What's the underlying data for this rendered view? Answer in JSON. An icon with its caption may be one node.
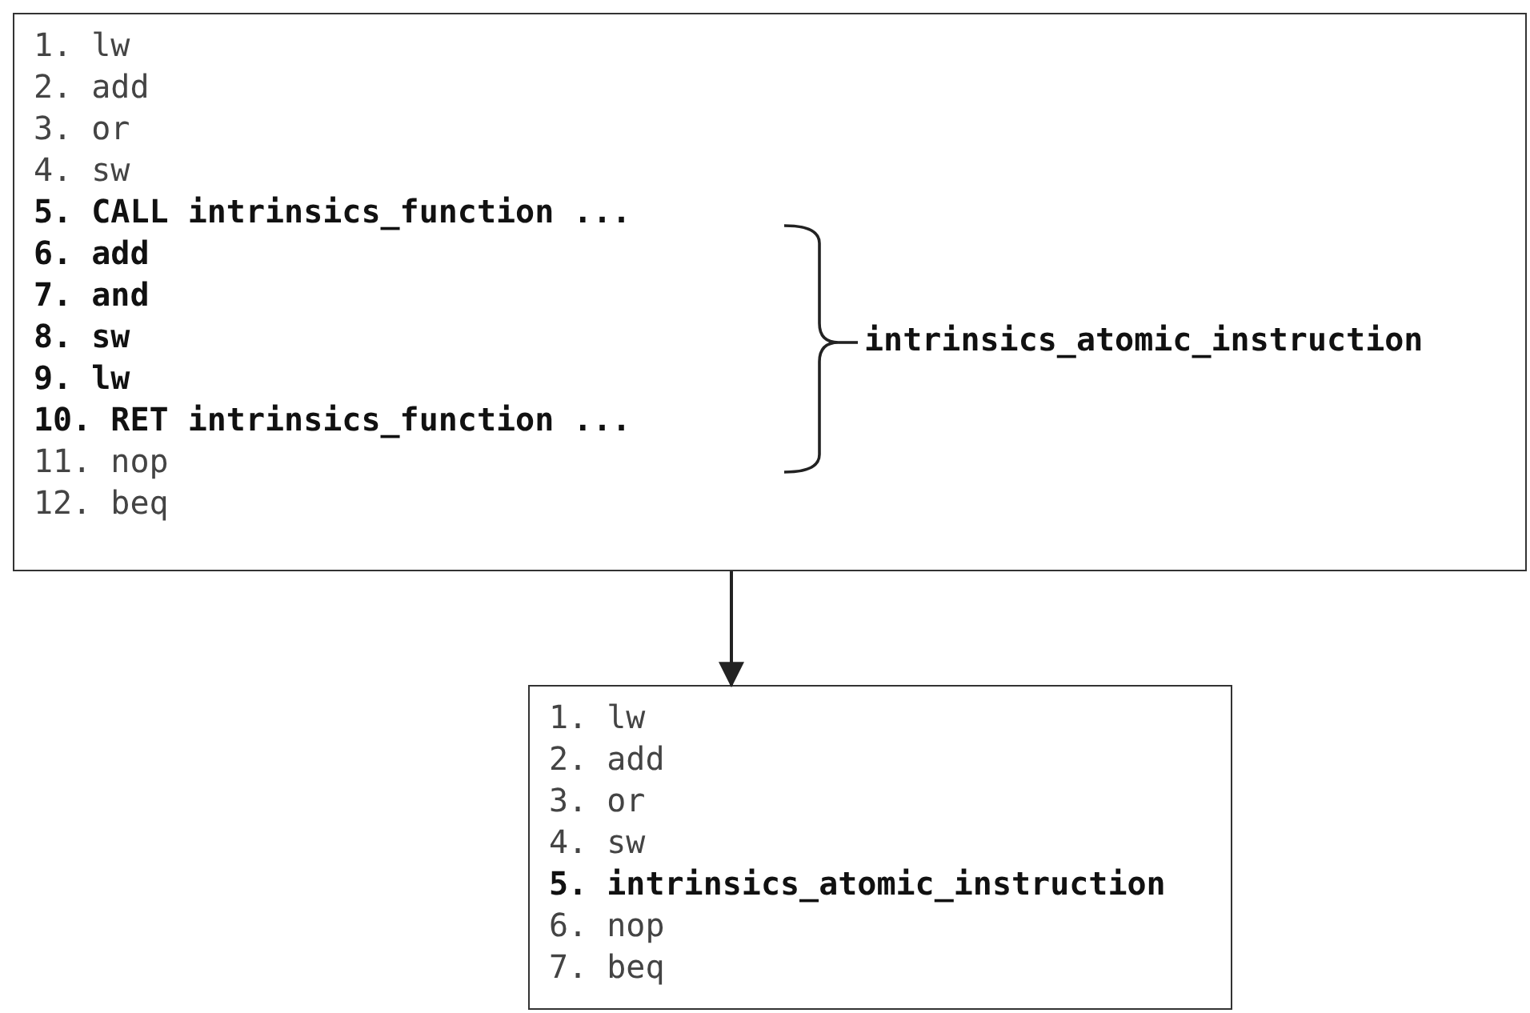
{
  "diagram": {
    "nodes": [
      {
        "text": [
          "1. lw",
          "2. add",
          "3. or",
          "4. sw",
          "5. CALL intrinsics_function ...",
          "6. add",
          "7. and",
          "8. sw",
          "9. lw",
          "10. RET intrinsics_function ...",
          "11. nop",
          "12. beq"
        ]
      },
      {
        "text": [
          "1. lw",
          "2. add",
          "3. or",
          "4. sw",
          "5. intrinsics_atomic_instruction",
          "6. nop",
          "7. beq"
        ]
      }
    ],
    "edges": [
      {
        "from": 0,
        "to": 1,
        "arrow": "to"
      }
    ],
    "labels": [
      "intrinsics_atomic_instruction"
    ]
  }
}
